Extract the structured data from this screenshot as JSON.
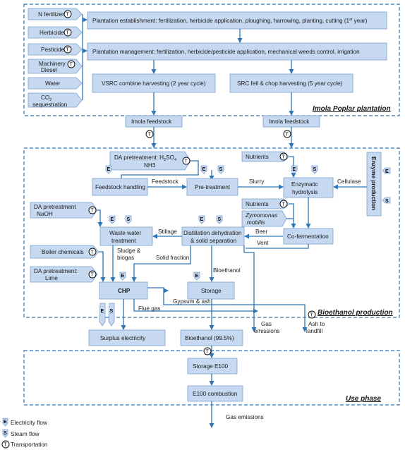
{
  "inputs": {
    "n_fertilizer": "N fertilizer",
    "herbicide": "Herbicide",
    "pesticide": "Pesticide",
    "machinery_1": "Machinery",
    "machinery_2": "Diesel",
    "water": "Water",
    "co2_1": "CO",
    "co2_sub": "2",
    "co2_2": "sequestration"
  },
  "plantation": {
    "establishment": "Plantation establishment: fertilization, herbicide application, ploughing, harrowing, planting, cutting (1",
    "establishment_sup": "st",
    "establishment_end": " year)",
    "management": "Plantation management: fertilization, herbicide/pesticide application, mechanical weeds control, irrigation",
    "vsrc": "VSRC combine harvesting (2 year cycle)",
    "src": "SRC fell & chop harvesting (5 year cycle)",
    "section_label": "Imola  Poplar plantation"
  },
  "feedstock": {
    "left": "Imola feedstock",
    "right": "Imola feedstock"
  },
  "bioethanol": {
    "da_h2so4_1": "DA pretreatment: H",
    "da_h2so4_sub1": "2",
    "da_h2so4_2": "SO",
    "da_h2so4_sub2": "4",
    "da_h2so4_3": "NH3",
    "nutrients_top": "Nutrients",
    "feedstock_handling": "Feedstock handling",
    "feedstock_label": "Feedstock",
    "pretreatment": "Pre-treatment",
    "slurry": "Slurry",
    "enzymatic_1": "Enzymatic",
    "enzymatic_2": "hydrolysis",
    "cellulase": "Cellulase",
    "enzyme_production": "Enzyme production",
    "da_naoh_1": "DA pretreatment",
    "da_naoh_2": "NaOH",
    "nutrients_mid": "Nutrients",
    "zymomonas_1": "Zymomonas",
    "zymomonas_2": "mobilis",
    "wwt_1": "Waste water",
    "wwt_2": "treatment",
    "stillage": "Stillage",
    "distillation_1": "Distillation dehydration",
    "distillation_2": "& solid separation",
    "beer": "Beer",
    "vent": "Vent",
    "cofermentation": "Co-fermentation",
    "boiler_chemicals": "Boiler chemicals",
    "sludge_1": "Sludge &",
    "sludge_2": "biogas",
    "solid_fraction": "Solid fraction",
    "da_lime_1": "DA pretreatment:",
    "da_lime_2": "Lime",
    "bioethanol_label": "Bioethanol",
    "chp": "CHP",
    "storage": "Storage",
    "gypsum": "Gypsum & ash",
    "flue_gas": "Flue gas",
    "gas_emissions_1": "Gas",
    "gas_emissions_2": "emissions",
    "ash_1": "Ash to",
    "ash_2": "landfill",
    "surplus": "Surplus electricity",
    "bioethanol_out": "Bioethanol (99.5%)",
    "section_label": "Bioethanol production"
  },
  "use_phase": {
    "storage_e100": "Storage E100",
    "combustion": "E100 combustion",
    "gas_emissions": "Gas emissions",
    "section_label": "Use phase"
  },
  "legend": {
    "electricity": "Electricity flow",
    "steam": "Steam flow",
    "transportation": "Transportation"
  },
  "glyphs": {
    "t": "T",
    "e": "E",
    "s": "S"
  }
}
